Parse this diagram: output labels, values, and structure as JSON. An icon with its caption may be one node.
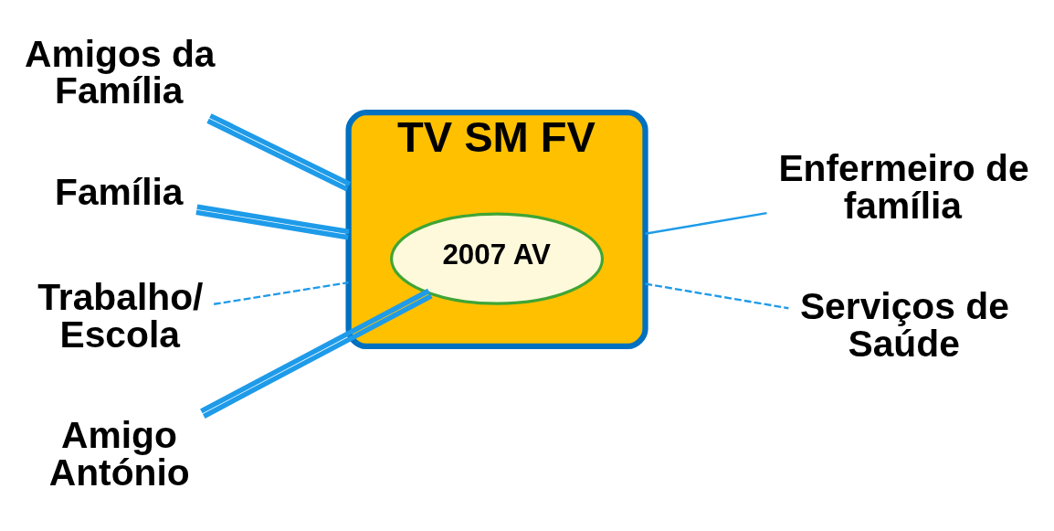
{
  "diagram": {
    "nodes": [
      {
        "text": [
          "Amigos da Família"
        ]
      },
      {
        "text": [
          "Enfermeiro de família"
        ]
      },
      {
        "text": [
          "TV SM FV"
        ]
      },
      {
        "text": [
          "2007 AV"
        ],
        "in": 2
      },
      {
        "text": [
          "Família"
        ]
      },
      {
        "text": [
          "Trabalho/ Escola"
        ]
      },
      {
        "text": [
          "Amigo António"
        ]
      },
      {
        "text": [
          "Serviços de Saúde"
        ]
      }
    ],
    "edges": [
      {
        "from": 0,
        "to": 2,
        "arrow": "none",
        "style": "thick"
      },
      {
        "from": 2,
        "to": 1,
        "arrow": "none"
      },
      {
        "from": 4,
        "to": 2,
        "arrow": "none",
        "style": "thick"
      },
      {
        "from": 5,
        "to": 2,
        "arrow": "none",
        "style": "dashed"
      },
      {
        "from": 6,
        "to": 3,
        "arrow": "none",
        "style": "thick"
      },
      {
        "from": 2,
        "to": 7,
        "arrow": "none",
        "style": "dashed"
      }
    ]
  }
}
